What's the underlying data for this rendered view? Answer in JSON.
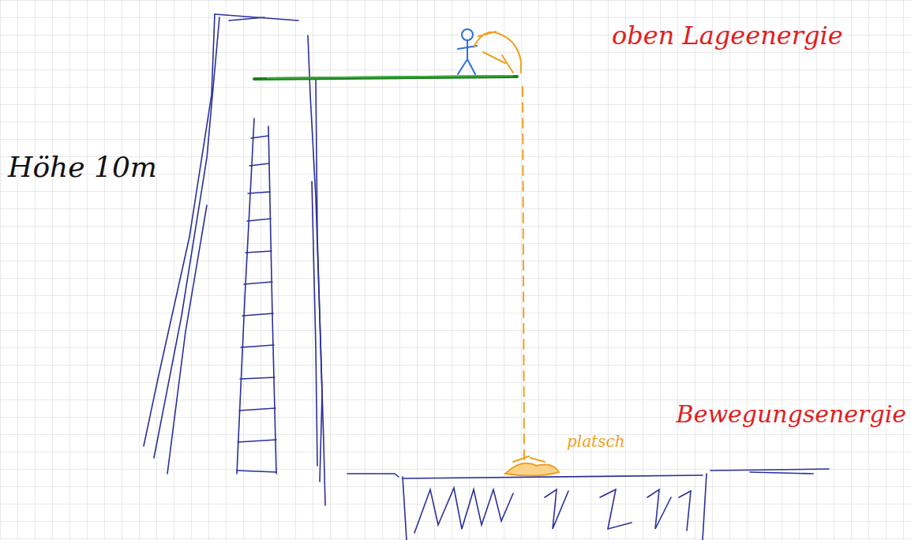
{
  "diagram": {
    "labels": [
      "Höhe 10m",
      "oben Lageenergie",
      "Bewegungsenergie",
      "platsch"
    ]
  }
}
